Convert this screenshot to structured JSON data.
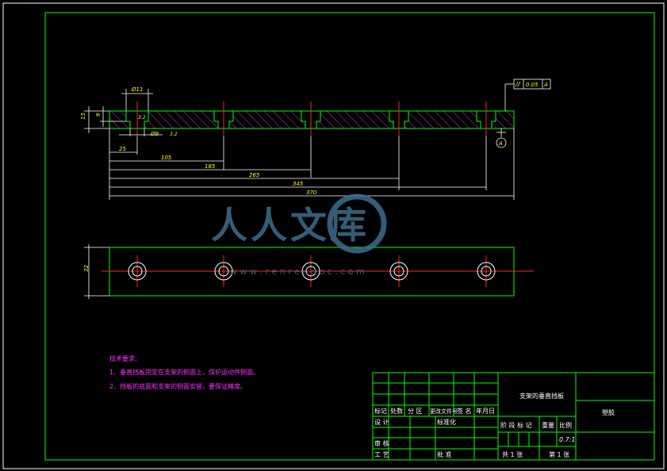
{
  "drawing": {
    "colors": {
      "background": "#000000",
      "frame": "#ffffff",
      "outline": "#00ff00",
      "hatch": "#cc33cc",
      "center": "#ff2222",
      "text_magenta": "#ff33ff",
      "text_yellow": "#ffff00",
      "text_white": "#ffffff",
      "watermark": "#3d6e8c"
    },
    "dimensions": {
      "hole_dia": "Ø11",
      "cbore_dia": "Ø9",
      "thickness": "15",
      "cbore_depth": "9",
      "first": "25",
      "d1": "105",
      "d2": "185",
      "d3": "265",
      "d4": "345",
      "overall": "370",
      "width": "32"
    },
    "gdt": {
      "symbol": "//",
      "tolerance": "0.05",
      "datum": "A"
    },
    "datum_label": "A",
    "roughness": "3.2"
  },
  "tech_requirements": {
    "title": "技术要求:",
    "items": [
      "1、垂直挡板固定在支架的侧面上，保护运动件侧面。",
      "2、挡板的底面和支架的侧面安装，要保证精度。"
    ]
  },
  "title_block": {
    "part_name": "支架的垂直挡板",
    "material": "塑胶",
    "labels": {
      "mark": "标记",
      "count": "处数",
      "zone": "分 区",
      "change_doc": "更改文件号",
      "sign": "签 名",
      "date": "年月日",
      "design": "设 计",
      "standardize": "标准化",
      "stage_mark": "阶 段 标 记",
      "weight": "重量",
      "scale_label": "比例",
      "check": "审 核",
      "process": "工 艺",
      "approve": "批 准",
      "total": "共 1 张",
      "sheet": "第 1 张"
    },
    "scale_value": "0.7:1"
  },
  "watermark": {
    "text": "人人文库",
    "url": "w w w . r e n r e n d o c . c o m"
  }
}
